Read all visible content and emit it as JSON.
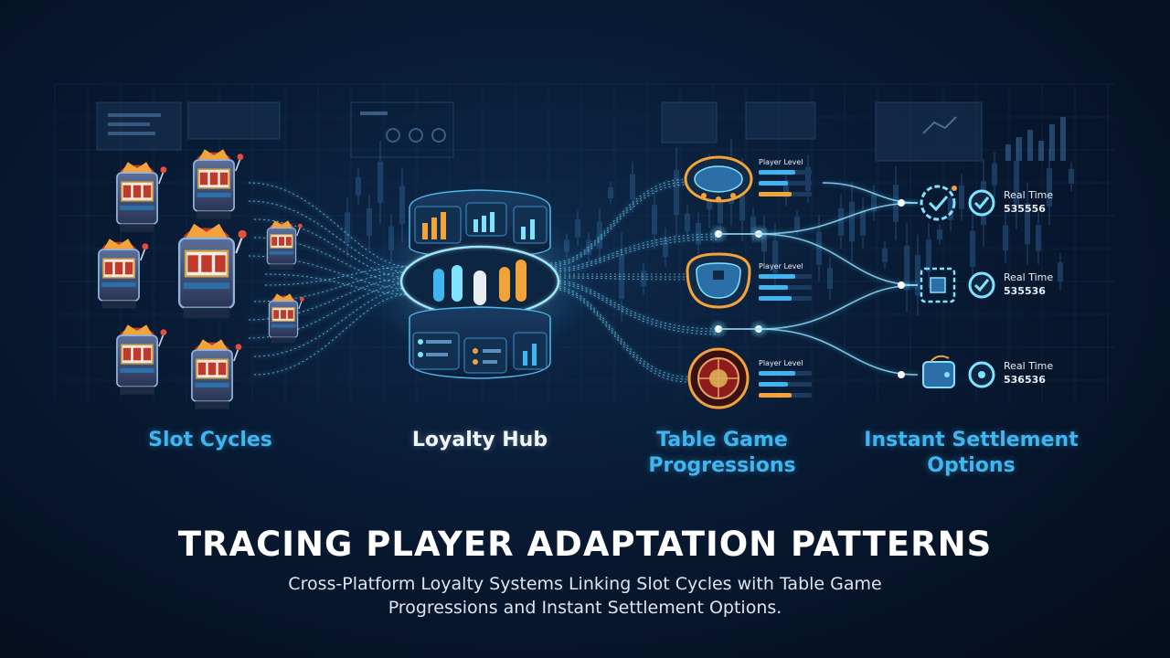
{
  "columns": {
    "slot": {
      "label": "Slot Cycles"
    },
    "hub": {
      "label": "Loyalty Hub"
    },
    "table": {
      "label_line1": "Table Game",
      "label_line2": "Progressions"
    },
    "settlement": {
      "label_line1": "Instant Settlement",
      "label_line2": "Options"
    }
  },
  "table_games": [
    {
      "player_level_label": "Player Level",
      "icon": "card-table-icon"
    },
    {
      "player_level_label": "Player Level",
      "icon": "blackjack-table-icon"
    },
    {
      "player_level_label": "Player Level",
      "icon": "roulette-wheel-icon"
    }
  ],
  "settlement_items": [
    {
      "label": "Real Time",
      "value": "535556",
      "icon": "gear-check-icon"
    },
    {
      "label": "Real Time",
      "value": "535536",
      "icon": "chip-icon"
    },
    {
      "label": "Real Time",
      "value": "536536",
      "icon": "wallet-icon"
    }
  ],
  "title": "TRACING PLAYER ADAPTATION PATTERNS",
  "subtitle_line1": "Cross-Platform Loyalty Systems Linking Slot Cycles with Table Game",
  "subtitle_line2": "Progressions and Instant Settlement Options.",
  "colors": {
    "accent_blue": "#3fb6f0",
    "glow_cyan": "#7fe3ff",
    "orange": "#f2a33a",
    "background": "#081a33"
  }
}
